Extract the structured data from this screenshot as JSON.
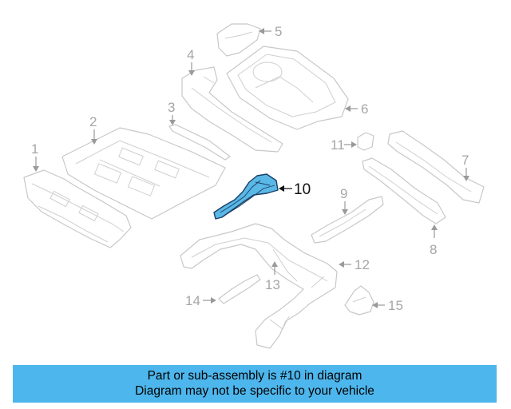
{
  "diagram": {
    "highlighted_part": "10",
    "callouts": [
      "1",
      "2",
      "3",
      "4",
      "5",
      "6",
      "7",
      "8",
      "9",
      "10",
      "11",
      "12",
      "13",
      "14",
      "15"
    ]
  },
  "banner": {
    "line1": "Part or sub-assembly is #10 in diagram",
    "line2": "Diagram may not be specific to your vehicle",
    "background": "#4db6ec"
  },
  "colors": {
    "highlight_fill": "#5ab8e6",
    "highlight_stroke": "#1a3f66",
    "part_stroke": "#c8c8c8",
    "callout_text": "#a6a6a6"
  }
}
